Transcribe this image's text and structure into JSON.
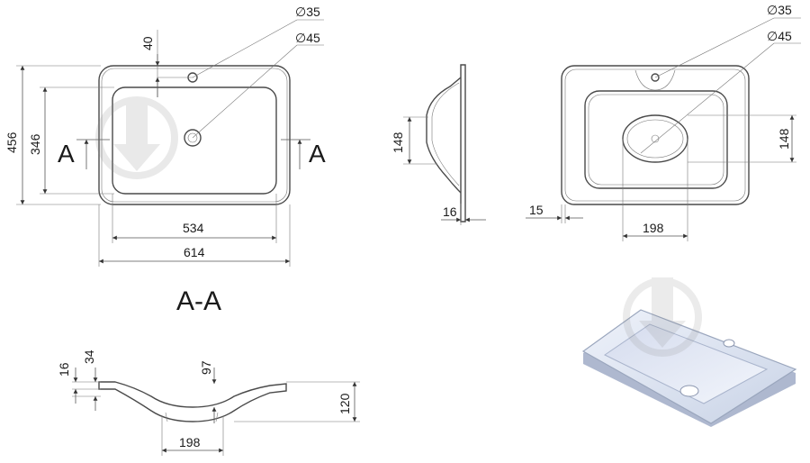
{
  "drawing": {
    "section_title": "A-A",
    "section_marks": {
      "left": "A",
      "right": "A"
    },
    "top_view": {
      "hole_faucet": "∅35",
      "hole_drain": "∅45",
      "offset_top": "40",
      "outer_height": "456",
      "bowl_height": "346",
      "bowl_width": "534",
      "outer_width": "614"
    },
    "side_view": {
      "depth": "148",
      "rim": "16"
    },
    "perspective_top": {
      "hole_faucet": "∅35",
      "hole_drain": "∅45",
      "drain_height": "148",
      "drain_width": "198",
      "rim": "15"
    },
    "section_view": {
      "rim": "16",
      "thickness": "34",
      "inner_depth": "97",
      "total_height": "120",
      "drain_width": "198"
    }
  },
  "watermark": {
    "icon": "download-arrow-icon"
  },
  "colors": {
    "line": "#4a4a4a",
    "render_fill": "#dfe6f2",
    "render_edge": "#9aa6bd"
  }
}
